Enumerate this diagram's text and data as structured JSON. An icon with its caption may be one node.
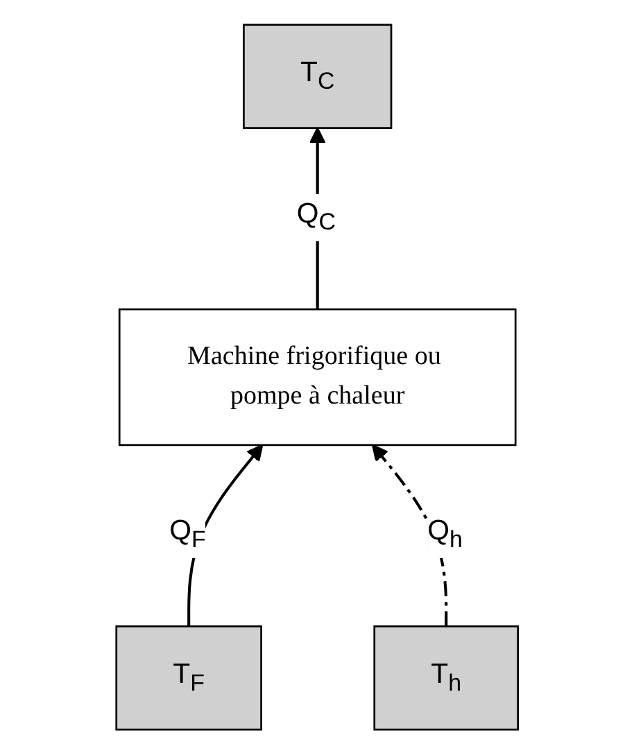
{
  "diagram": {
    "nodes": [
      {
        "text": [
          "T$_{h}$"
        ]
      },
      {
        "text": [
          "T$_{C}$"
        ]
      },
      {
        "text": [
          "Machine frigorifique ou pompe à chaleur"
        ]
      },
      {
        "text": [
          "T$_{F}$"
        ]
      }
    ],
    "edges": [
      {
        "from": 3,
        "to": 2,
        "arrow": "to",
        "label": "Q$_{F}$"
      },
      {
        "from": 2,
        "to": 1,
        "arrow": "to",
        "label": "Q$_{C}$"
      },
      {
        "from": 0,
        "to": 2,
        "arrow": "to",
        "label": "Q$_{h}$",
        "style": "dashed"
      }
    ]
  }
}
